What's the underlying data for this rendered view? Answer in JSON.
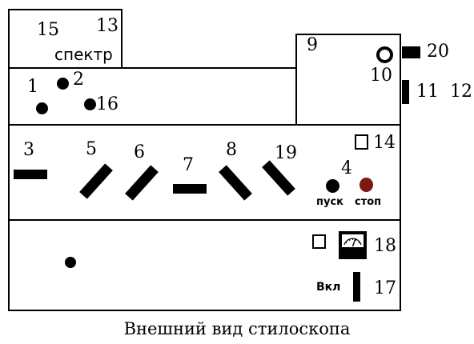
{
  "caption": "Внешний вид стилоскопа",
  "numbers": {
    "n1": "1",
    "n2": "2",
    "n3": "3",
    "n4": "4",
    "n5": "5",
    "n6": "6",
    "n7": "7",
    "n8": "8",
    "n9": "9",
    "n10": "10",
    "n11": "11",
    "n12": "12",
    "n13": "13",
    "n14": "14",
    "n15": "15",
    "n16": "16",
    "n17": "17",
    "n18": "18",
    "n19": "19",
    "n20": "20"
  },
  "labels": {
    "spectrum": "спектр",
    "start": "пуск",
    "stop": "стоп",
    "on": "Вкл"
  },
  "colors": {
    "stop_button": "#7a1a12",
    "ink": "#000000"
  }
}
